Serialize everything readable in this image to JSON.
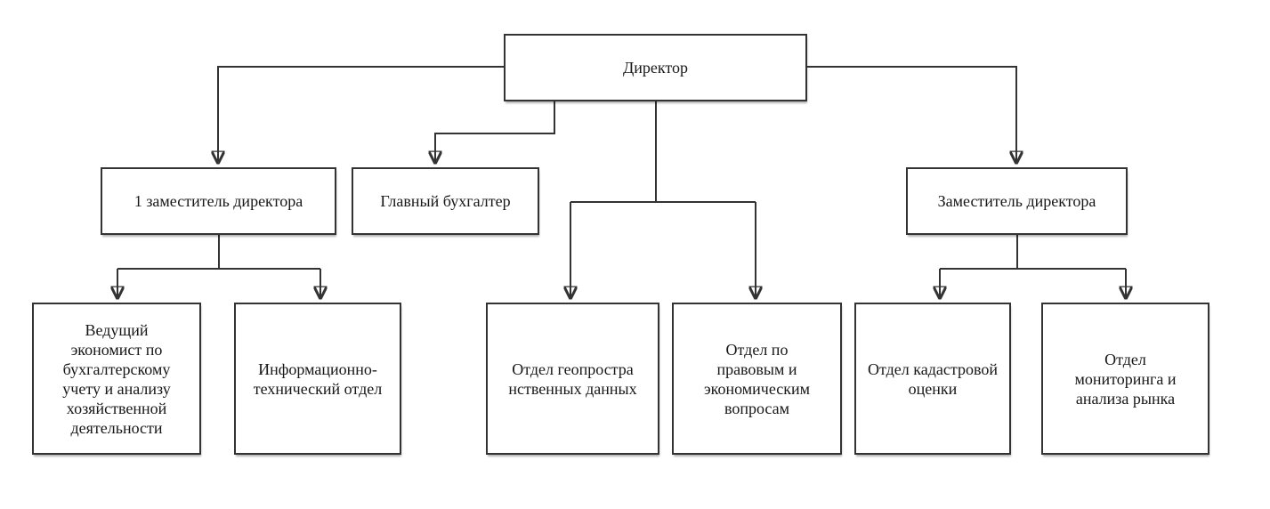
{
  "colors": {
    "background": "#ffffff",
    "node_fill": "#ffffff",
    "line": "#333333",
    "text": "#171717"
  },
  "diagram": {
    "type": "org-chart",
    "nodes": {
      "director": {
        "label": "Директор"
      },
      "first_deputy": {
        "label": "1 заместитель директора"
      },
      "chief_accountant": {
        "label": "Главный бухгалтер"
      },
      "deputy_director": {
        "label": "Заместитель директора"
      },
      "lead_economist": {
        "label": "Ведущий\nэкономист по\nбухгалтерскому\nучету и анализу\nхозяйственной\nдеятельности"
      },
      "it_department": {
        "label": "Информационно-\nтехнический отдел"
      },
      "geospatial_department": {
        "label": "Отдел геопростра\nнственных данных"
      },
      "legal_economic_department": {
        "label": "Отдел по\nправовым и\nэкономическим\nвопросам"
      },
      "cadastral_department": {
        "label": "Отдел кадастровой\nоценки"
      },
      "monitoring_department": {
        "label": "Отдел\nмониторинга и\nанализа рынка"
      }
    },
    "edges": [
      {
        "from": "director",
        "to": "first_deputy"
      },
      {
        "from": "director",
        "to": "chief_accountant"
      },
      {
        "from": "director",
        "to": "geospatial_department"
      },
      {
        "from": "director",
        "to": "legal_economic_department"
      },
      {
        "from": "director",
        "to": "deputy_director"
      },
      {
        "from": "first_deputy",
        "to": "lead_economist"
      },
      {
        "from": "first_deputy",
        "to": "it_department"
      },
      {
        "from": "deputy_director",
        "to": "cadastral_department"
      },
      {
        "from": "deputy_director",
        "to": "monitoring_department"
      }
    ]
  }
}
